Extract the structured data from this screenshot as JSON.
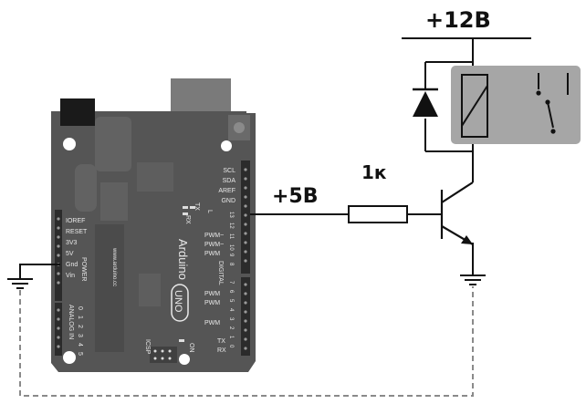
{
  "labels": {
    "supply_12v": "+12В",
    "supply_5v": "+5В",
    "resistor": "1к"
  },
  "board": {
    "power_labels": [
      "IOREF",
      "RESET",
      "3V3",
      "5V",
      "Gnd",
      "Vin"
    ],
    "power_header": "POWER",
    "analog_header": "ANALOG IN",
    "analog_numbers": [
      "0",
      "1",
      "2",
      "3",
      "4",
      "5"
    ],
    "top_labels": [
      "SCL",
      "SDA",
      "AREF",
      "GND"
    ],
    "pwm_label": "PWM",
    "pwm_tilde_label": "PWM~",
    "tx_label": "TX",
    "rx_label": "RX",
    "led_labels": [
      "L",
      "TX",
      "RX"
    ],
    "digital_label": "DIGITAL",
    "digital_numbers_top": [
      "13",
      "12",
      "11",
      "10",
      "9",
      "8"
    ],
    "digital_numbers_bottom": [
      "7",
      "6",
      "5",
      "4",
      "3",
      "2",
      "1",
      "0"
    ],
    "brand": "Arduino",
    "model": "UNO",
    "website": "www.arduino.cc",
    "icsp": "ICSP",
    "on_label": "ON"
  },
  "colors": {
    "board": "#555555",
    "relay_box": "#a6a6a6",
    "wire": "#111111",
    "ground_link": "#8a8a8a"
  }
}
